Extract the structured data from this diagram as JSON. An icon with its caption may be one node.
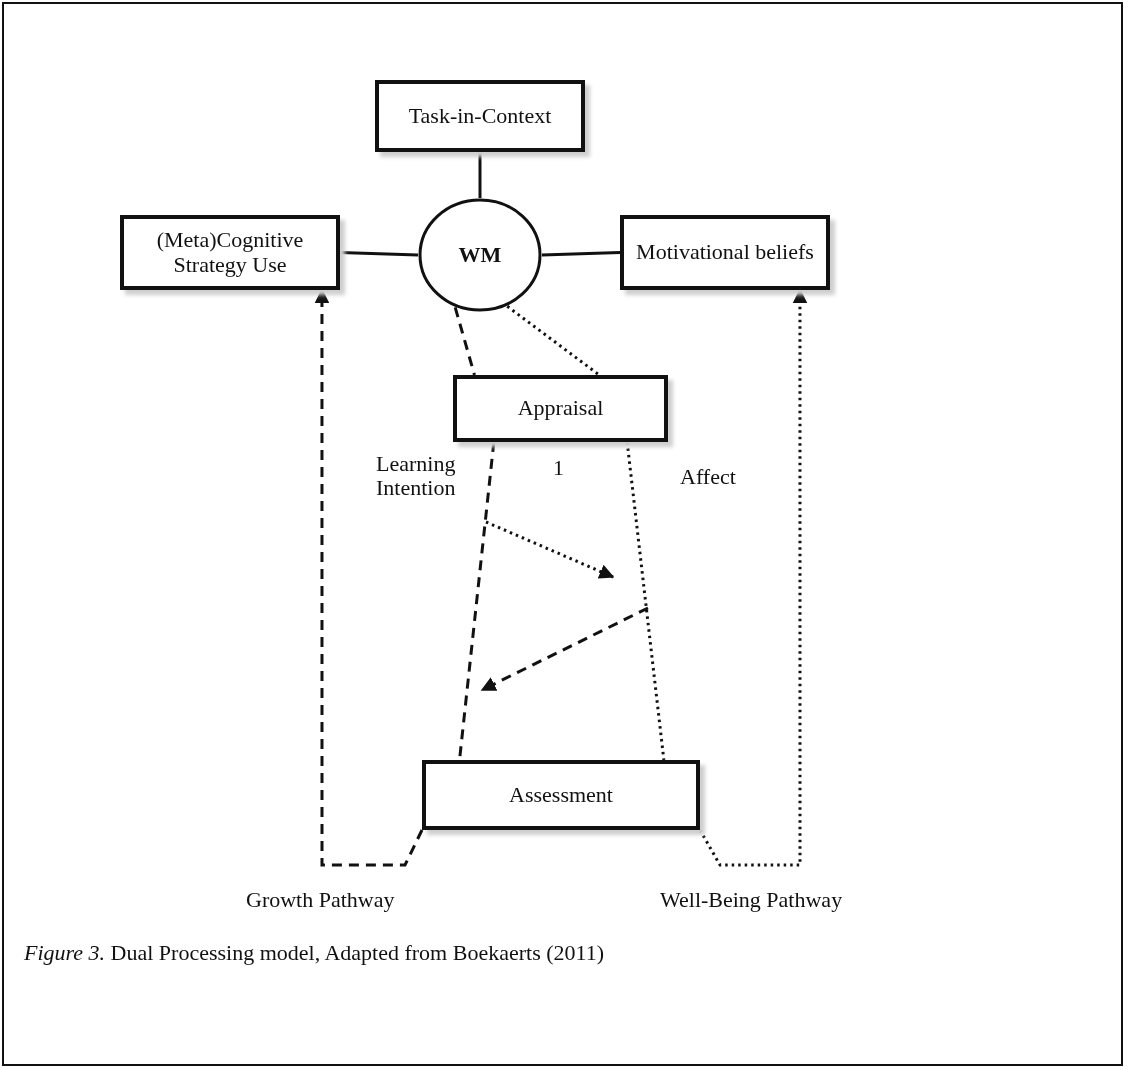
{
  "diagram": {
    "caption": "*Figure 3.* Dual Processing model, Adapted from Boekaerts (2011)",
    "nodes": [
      {
        "text": [
          "Task-in-Context"
        ]
      },
      {
        "text": [
          "(Meta)Cognitive Strategy Use"
        ]
      },
      {
        "text": [
          "WM"
        ]
      },
      {
        "text": [
          "Motivational beliefs"
        ]
      },
      {
        "text": [
          "Appraisal"
        ]
      },
      {
        "text": [
          "Assessment"
        ]
      }
    ],
    "edges": [
      {
        "from": 0,
        "to": 2,
        "arrow": "none"
      },
      {
        "from": 1,
        "to": 2,
        "arrow": "none"
      },
      {
        "from": 2,
        "to": 3,
        "arrow": "none"
      },
      {
        "from": 2,
        "to": 4,
        "arrow": "none",
        "style": "dashed"
      },
      {
        "from": 2,
        "to": 4,
        "arrow": "none",
        "style": "dashed"
      },
      {
        "from": 4,
        "to": 5,
        "arrow": "none",
        "style": "dashed",
        "label": "Learning Intention"
      },
      {
        "from": 4,
        "to": 5,
        "arrow": "none",
        "style": "dashed",
        "label": "Affect"
      },
      {
        "from": 5,
        "to": 1,
        "arrow": "to",
        "style": "dashed",
        "label": "Growth Pathway"
      },
      {
        "from": 5,
        "to": 3,
        "arrow": "to",
        "style": "dashed",
        "label": "Well-Being Pathway"
      }
    ],
    "labels": [
      "1"
    ]
  }
}
